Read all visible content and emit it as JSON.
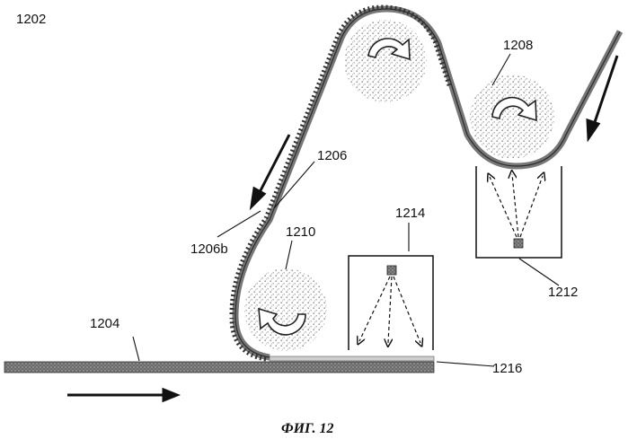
{
  "figure": {
    "caption": "ФИГ. 12",
    "labels": {
      "apparatus": "1202",
      "substrate": "1204",
      "belt": "1206",
      "belt_surface": "1206b",
      "upper_roller": "1208",
      "lower_roller": "1210",
      "upper_source": "1212",
      "lower_source": "1214",
      "gap_layer": "1216"
    }
  },
  "colors": {
    "ink": "#111111",
    "stipple": "#c8c8c8",
    "belt": "#8a8a8a"
  },
  "icons": {
    "rotation_arrows": "curved-arrow-icon",
    "motion_arrows": "straight-arrow-icon"
  }
}
